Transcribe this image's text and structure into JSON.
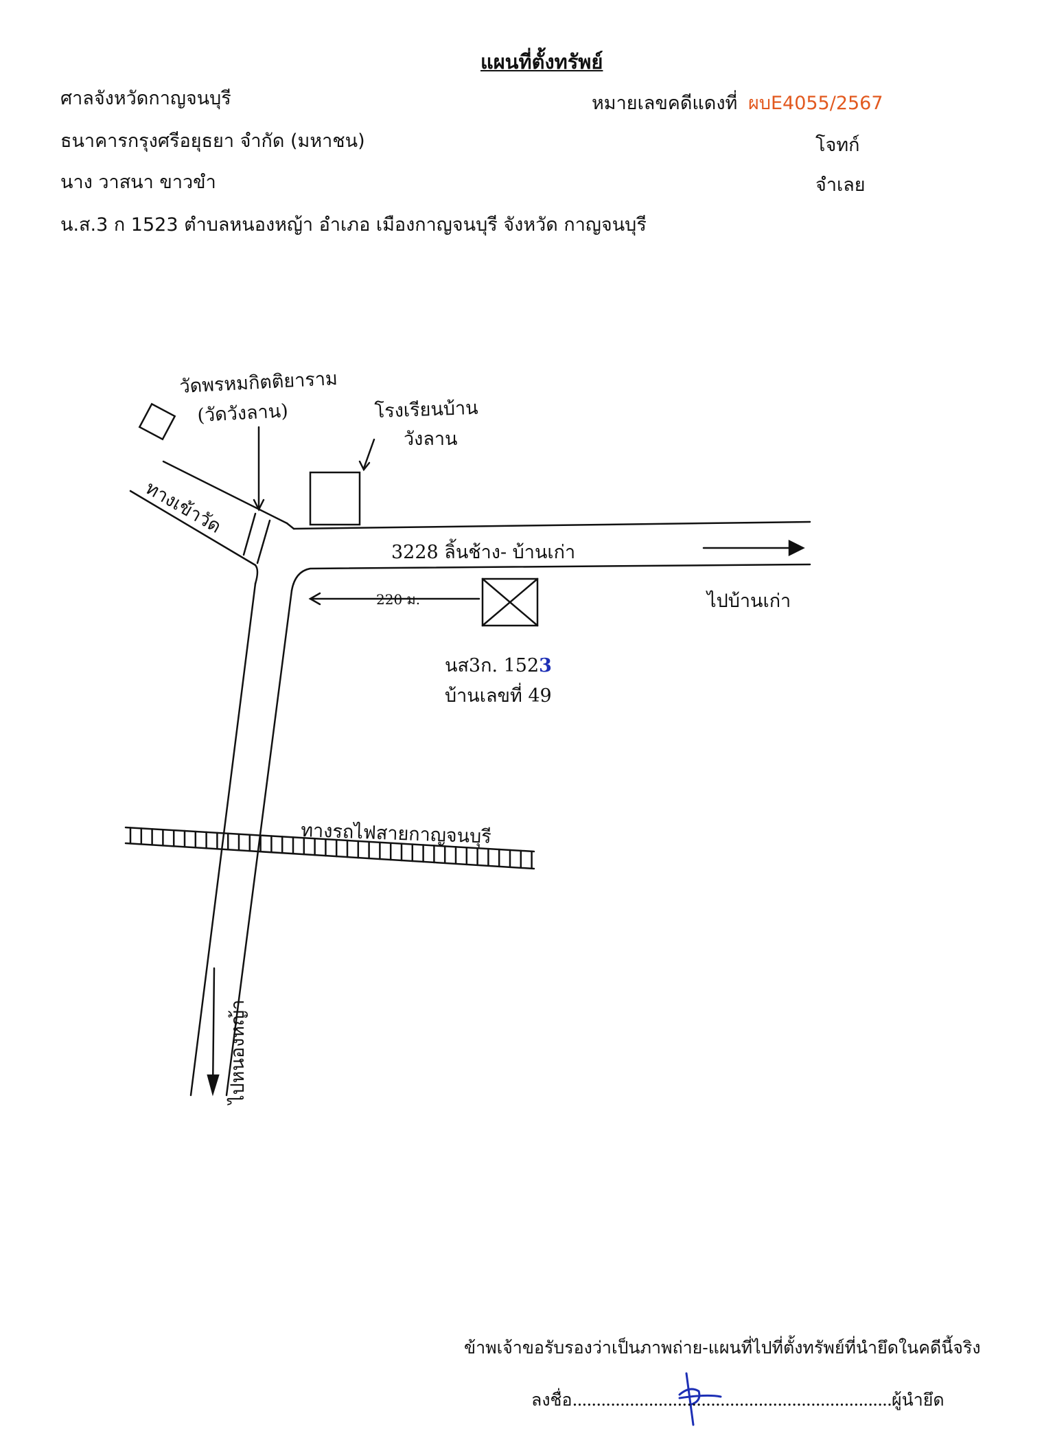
{
  "header": {
    "title": "แผนที่ตั้งทรัพย์",
    "court": "ศาลจังหวัดกาญจนบุรี",
    "case_label": "หมายเลขคดีแดงที่",
    "case_number": "ผบE4055/2567",
    "plaintiff": "ธนาคารกรุงศรีอยุธยา จำกัด (มหาชน)",
    "plaintiff_role": "โจทก์",
    "defendant": "นาง วาสนา ขาวขำ",
    "defendant_role": "จำเลย",
    "property_location": "น.ส.3 ก 1523 ตำบลหนองหญ้า  อำเภอ เมืองกาญจนบุรี จังหวัด กาญจนบุรี"
  },
  "map": {
    "temple_name": "วัดพรหมกิตติยาราม",
    "temple_alt": "(วัดวังลาน)",
    "school_name_1": "โรงเรียนบ้าน",
    "school_name_2": "วังลาน",
    "temple_road": "ทางเข้าวัด",
    "main_road": "3228 ลิ้นช้าง- บ้านเก่า",
    "distance": "220 ม.",
    "to_ban_kao": "ไปบ้านเก่า",
    "parcel_id_prefix": "นส3ก. 152",
    "parcel_id_suffix": "3",
    "house_no": "บ้านเลขที่ 49",
    "railway": "ทางรถไฟสายกาญจนบุรี",
    "to_nong_ya": "ไปหนองหญ้า",
    "colors": {
      "ink": "#111111",
      "blue_ink": "#1d2fb5",
      "case_number": "#e2591f"
    }
  },
  "footer": {
    "certification": "ข้าพเจ้าขอรับรองว่าเป็นภาพถ่าย-แผนที่ไปที่ตั้งทรัพย์ที่นำยึดในคดีนี้จริง",
    "sign_prefix": "ลงชื่อ",
    "sign_dots": "...................................................................",
    "sign_role": "ผู้นำยึด"
  }
}
